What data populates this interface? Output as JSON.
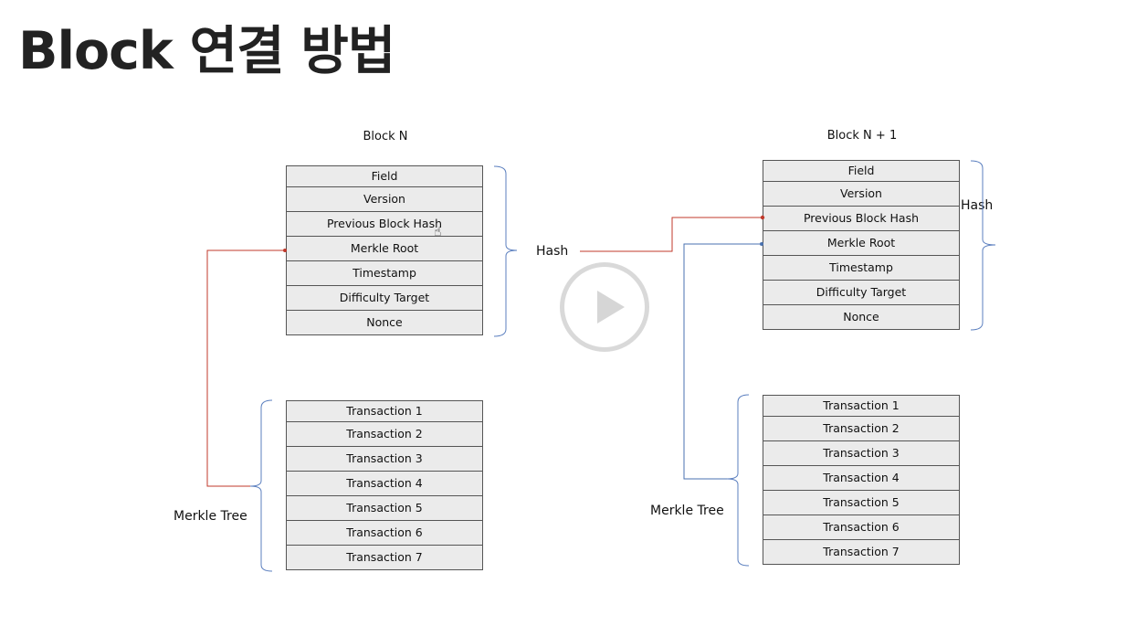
{
  "title": "Block 연결 방법",
  "block_n": {
    "label": "Block N",
    "rows": [
      "Field",
      "Version",
      "Previous Block Hash",
      "Merkle Root",
      "Timestamp",
      "Difficulty Target",
      "Nonce"
    ],
    "transactions": [
      "Transaction 1",
      "Transaction 2",
      "Transaction 3",
      "Transaction 4",
      "Transaction 5",
      "Transaction 6",
      "Transaction 7"
    ],
    "merkle_label": "Merkle Tree",
    "hash_label": "Hash"
  },
  "block_n1": {
    "label": "Block N + 1",
    "rows": [
      "Field",
      "Version",
      "Previous Block Hash",
      "Merkle Root",
      "Timestamp",
      "Difficulty Target",
      "Nonce"
    ],
    "transactions": [
      "Transaction 1",
      "Transaction 2",
      "Transaction 3",
      "Transaction 4",
      "Transaction 5",
      "Transaction 6",
      "Transaction 7"
    ],
    "merkle_label": "Merkle Tree",
    "hash_label": "Hash"
  },
  "colors": {
    "red_arrow": "#c0392b",
    "blue_arrow": "#4a72b0",
    "brace": "#5b7fbf",
    "cell_bg": "#ebebeb"
  }
}
